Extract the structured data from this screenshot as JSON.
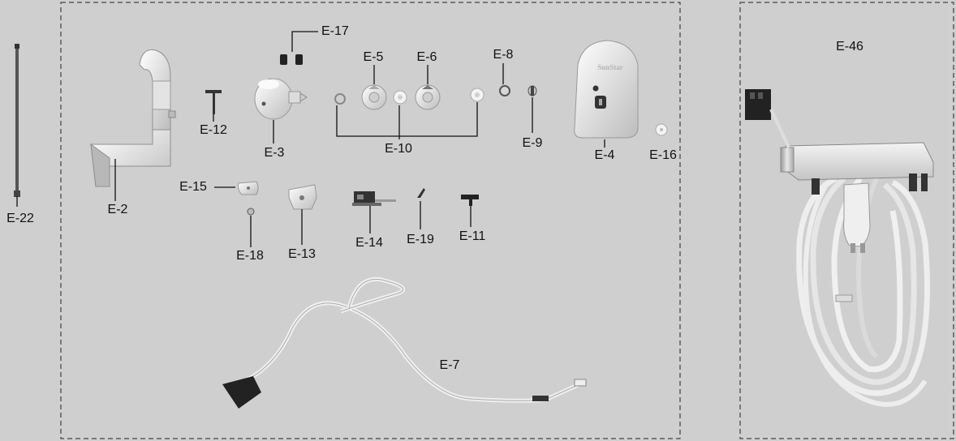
{
  "labels": {
    "e22": "E-22",
    "e2": "E-2",
    "e12": "E-12",
    "e3": "E-3",
    "e17": "E-17",
    "e5": "E-5",
    "e6": "E-6",
    "e8": "E-8",
    "e9": "E-9",
    "e10": "E-10",
    "e4": "E-4",
    "e16": "E-16",
    "e15": "E-15",
    "e18": "E-18",
    "e13": "E-13",
    "e14": "E-14",
    "e19": "E-19",
    "e11": "E-11",
    "e7": "E-7",
    "e46": "E-46"
  },
  "logo_text": "SunStar",
  "colors": {
    "background": "#cfcfcf",
    "part_light": "#f2f2f2",
    "part_shade": "#b9b9b9",
    "part_dark": "#2a2a2a",
    "leader": "#111111"
  }
}
